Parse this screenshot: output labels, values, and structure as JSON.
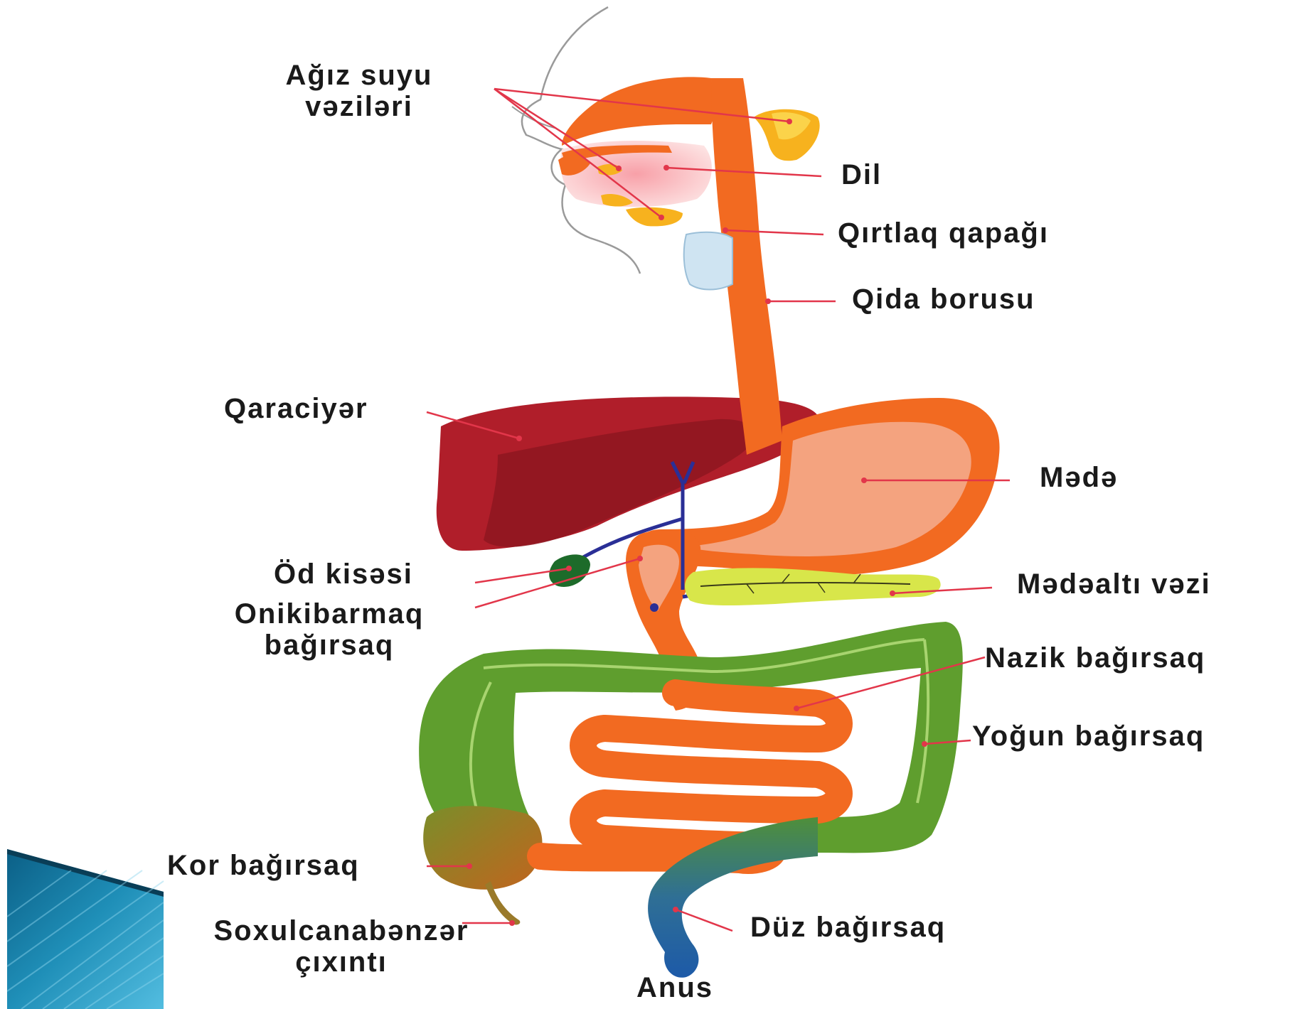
{
  "labels": {
    "salivary_glands": [
      "Ağız suyu",
      "vəziləri"
    ],
    "tongue": "Dil",
    "epiglottis": "Qırtlaq qapağı",
    "esophagus": "Qida borusu",
    "liver": "Qaraciyər",
    "stomach": "Mədə",
    "gallbladder": "Öd kisəsi",
    "duodenum": [
      "Onikibarmaq",
      "bağırsaq"
    ],
    "pancreas": "Mədəaltı vəzi",
    "small_intestine": "Nazik bağırsaq",
    "large_intestine": "Yoğun bağırsaq",
    "cecum": "Kor bağırsaq",
    "appendix": [
      "Soxulcanabənzər",
      "çıxıntı"
    ],
    "rectum": "Düz bağırsaq",
    "anus": "Anus"
  },
  "colors": {
    "digestive_tract": "#f26a21",
    "stomach_inner": "#f4a37f",
    "liver": "#b01e2a",
    "liver_shadow": "#8e1620",
    "salivary_gland": "#f7b21e",
    "colon": "#5f9e2e",
    "rectum": "#2f6f95",
    "pancreas": "#d8e64a",
    "gallbladder": "#1d6b2a",
    "bile_duct": "#2a2f96",
    "pointer_line": "#e2364a",
    "text": "#1a1a1a",
    "slide_accent": "#1f8fb8"
  }
}
